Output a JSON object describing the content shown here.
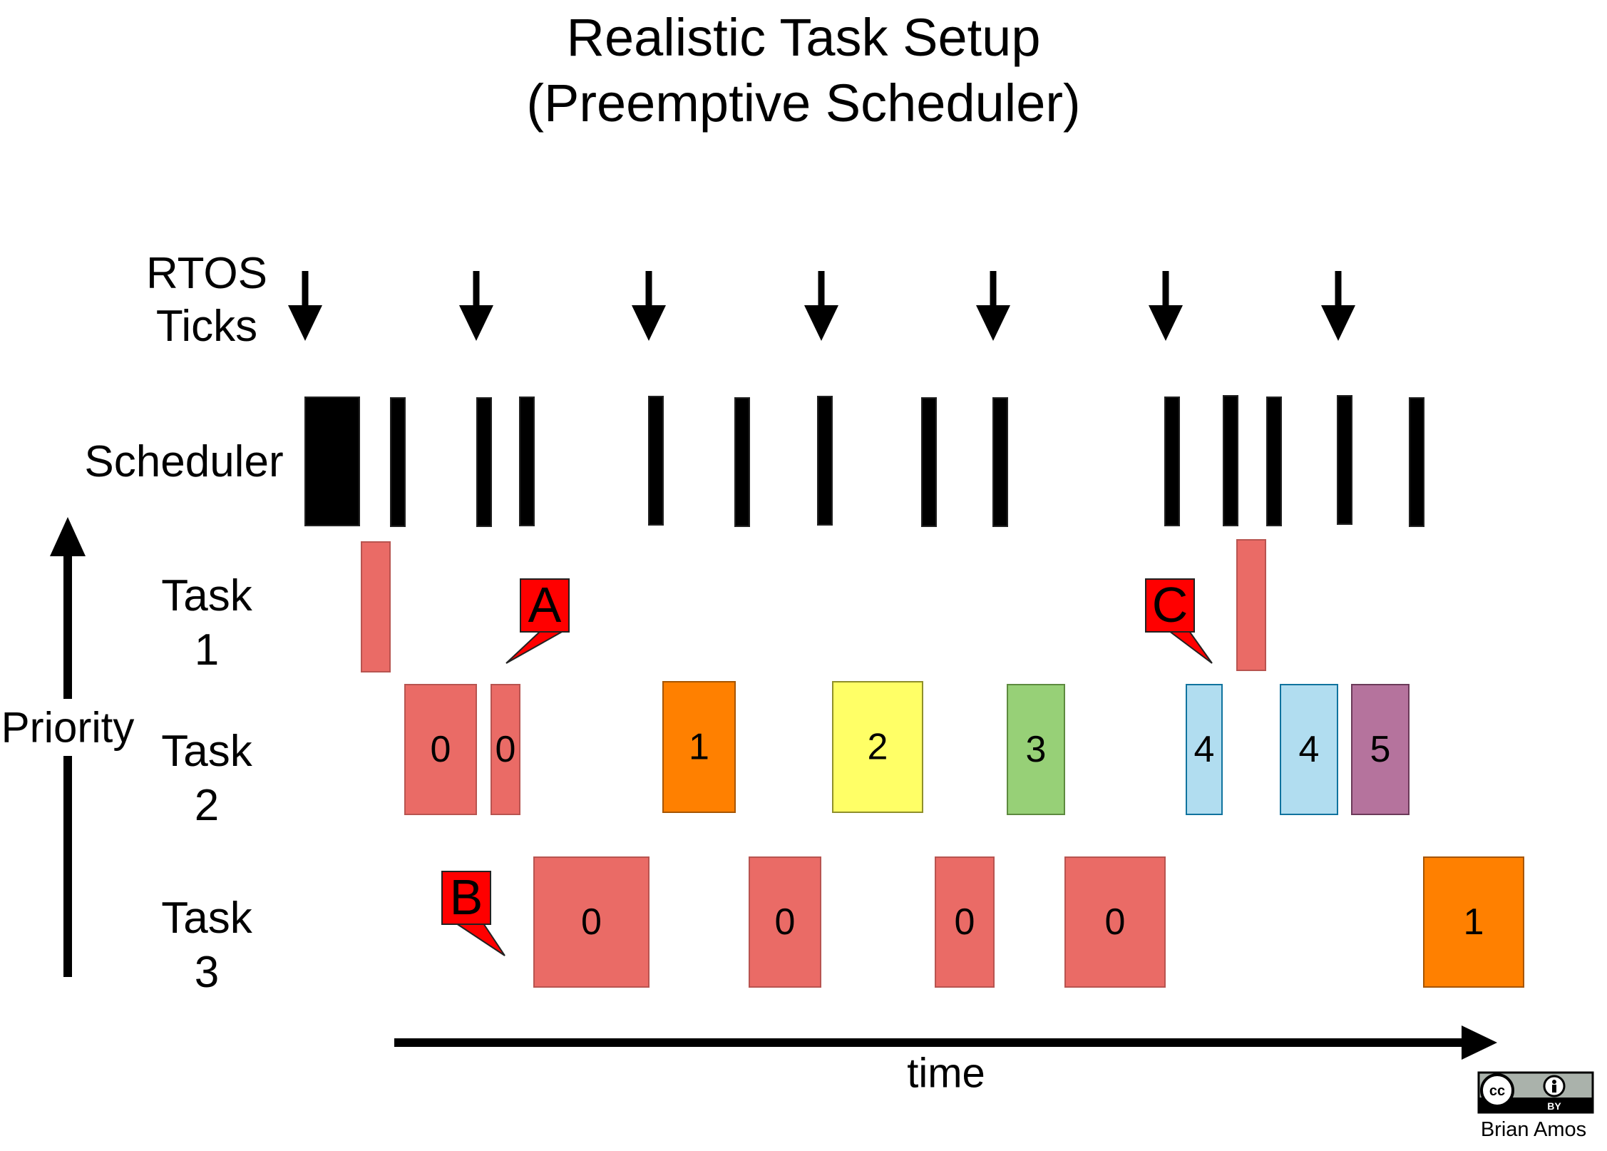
{
  "title": {
    "line1": "Realistic Task Setup",
    "line2": "(Preemptive Scheduler)"
  },
  "rows": {
    "ticks_line1": "RTOS",
    "ticks_line2": "Ticks",
    "scheduler": "Scheduler",
    "task1_line1": "Task",
    "task1_line2": "1",
    "task2_line1": "Task",
    "task2_line2": "2",
    "task3_line1": "Task",
    "task3_line2": "3"
  },
  "axes": {
    "priority_label": "Priority",
    "time_label": "time"
  },
  "task_runs": {
    "task1": [
      {
        "label": "",
        "color": "#ea6b66"
      },
      {
        "label": "",
        "color": "#ea6b66"
      }
    ],
    "task2": [
      {
        "label": "0",
        "color": "#ea6b66"
      },
      {
        "label": "0",
        "color": "#ea6b66"
      },
      {
        "label": "1",
        "color": "#ff8000"
      },
      {
        "label": "2",
        "color": "#ffff66"
      },
      {
        "label": "3",
        "color": "#97d077"
      },
      {
        "label": "4",
        "color": "#b1ddf0"
      },
      {
        "label": "4",
        "color": "#b1ddf0"
      },
      {
        "label": "5",
        "color": "#b5739d"
      }
    ],
    "task3": [
      {
        "label": "0",
        "color": "#ea6b66"
      },
      {
        "label": "0",
        "color": "#ea6b66"
      },
      {
        "label": "0",
        "color": "#ea6b66"
      },
      {
        "label": "0",
        "color": "#ea6b66"
      },
      {
        "label": "1",
        "color": "#ff8000"
      }
    ]
  },
  "callouts": [
    {
      "label": "A",
      "color": "#ff0000"
    },
    {
      "label": "B",
      "color": "#ff0000"
    },
    {
      "label": "C",
      "color": "#ff0000"
    }
  ],
  "scheduler_color": "#000000",
  "license": {
    "badge_text_1": "cc",
    "badge_text_2": "BY",
    "author": "Brian Amos"
  }
}
